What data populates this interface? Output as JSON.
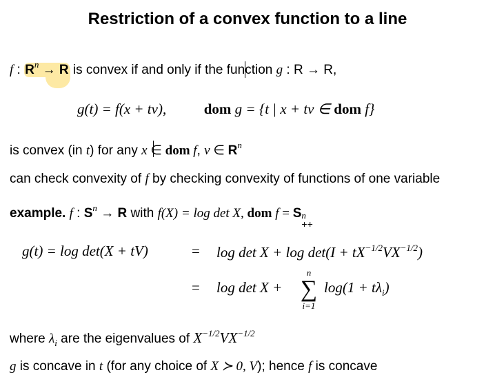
{
  "slide": {
    "title": "Restriction of a convex function to a line",
    "line1": {
      "f": "f",
      "colon": " : ",
      "Rn_R": "R",
      "Rn_sup": "n",
      "arrow": " → ",
      "R": "R",
      "text": " is convex if and only if the function ",
      "g": "g",
      "g_map": " : R → R,"
    },
    "eq1": {
      "left": "g(t) = f(x + tv),",
      "right_dom": "dom",
      "right_rest": " g = {t | x + tv ∈ ",
      "right_dom2": "dom",
      "right_end": " f}"
    },
    "line2": {
      "t1": "is convex (in ",
      "t": "t",
      "t2": ") for any ",
      "x": "x",
      "in": " ∈ ",
      "dom": "dom",
      "f": " f",
      "comma": ", ",
      "v": "v",
      "in2": " ∈ ",
      "R": "R",
      "n": "n"
    },
    "line3": {
      "t1": "can check convexity of ",
      "f": "f",
      "t2": " by checking convexity of functions of one variable"
    },
    "line4": {
      "label": "example.",
      "f": "f",
      "map1": " : ",
      "S": "S",
      "n": "n",
      "map2": " → ",
      "R": "R",
      "with": " with ",
      "fx": "f(X) = log det X,",
      "dom": " dom",
      "f2": " f",
      "eq": " = ",
      "S2": "S",
      "n2": "n",
      "pp": "++"
    },
    "eq2": {
      "lhs": "g(t) = log det(X + tV)",
      "eq": "=",
      "rhs1": "log det X + log det(I + tX",
      "exp1": "−1/2",
      "rhs1b": "VX",
      "exp2": "−1/2",
      "rhs1c": ")",
      "eq2": "=",
      "rhs2a": "log det X +",
      "sum_top": "n",
      "sum_sym": "∑",
      "sum_bot": "i=1",
      "rhs2b": "log(1 + tλ",
      "rhs2sub": "i",
      "rhs2c": ")"
    },
    "line5": {
      "t1": "where ",
      "lambda": "λ",
      "i": "i",
      "t2": " are the eigenvalues of ",
      "X": "X",
      "e1": "−1/2",
      "VX": "VX",
      "e2": "−1/2"
    },
    "line6": {
      "g": "g",
      "t1": " is concave in ",
      "t": "t",
      "t2": " (for any choice of ",
      "X": "X ≻ 0, V",
      "t3": "); hence ",
      "f": "f",
      "t4": " is concave"
    },
    "highlight_color": "#fde9a4"
  }
}
